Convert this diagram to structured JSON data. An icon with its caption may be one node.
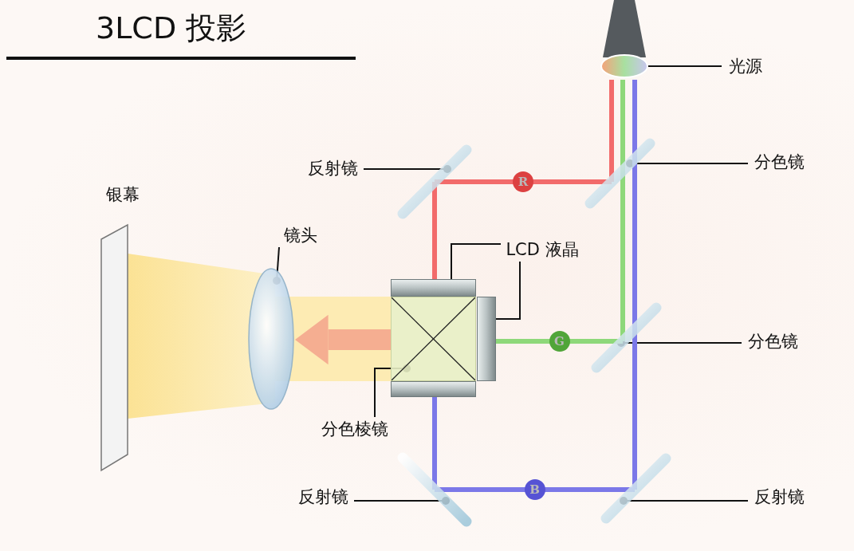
{
  "diagram": {
    "title": "3LCD 投影",
    "nodes": [
      {
        "text": [
          "光源"
        ]
      },
      {
        "text": [],
        "shape": "cone"
      },
      {
        "text": [
          "反射镜"
        ]
      },
      {
        "text": [],
        "shape": "bar"
      },
      {
        "text": [],
        "shape": "bar"
      },
      {
        "text": [
          "分色镜"
        ]
      },
      {
        "text": [
          "镜头"
        ]
      },
      {
        "text": [],
        "shape": "ellipse"
      },
      {
        "text": [
          "LCD 液晶"
        ]
      },
      {
        "text": [],
        "shape": "box"
      },
      {
        "text": [],
        "shape": "box"
      },
      {
        "text": [
          "分色镜"
        ]
      },
      {
        "text": [],
        "shape": "bar"
      },
      {
        "text": [],
        "shape": "box"
      },
      {
        "text": [],
        "shape": "box"
      },
      {
        "text": [
          "分色棱镜"
        ]
      },
      {
        "text": [
          "反射镜"
        ]
      },
      {
        "text": [],
        "shape": "bar"
      },
      {
        "text": [],
        "shape": "bar"
      },
      {
        "text": [
          "反射镜"
        ]
      }
    ],
    "edges": [
      {
        "from": 0,
        "to": 1,
        "arrow": "other"
      },
      {
        "from": 2,
        "to": 3,
        "arrow": "other"
      },
      {
        "from": 5,
        "to": 4,
        "arrow": "other"
      },
      {
        "from": 6,
        "to": 7,
        "arrow": "other"
      },
      {
        "from": 8,
        "to": 9,
        "arrow": "other"
      },
      {
        "from": 8,
        "to": 10,
        "arrow": "other"
      },
      {
        "from": 11,
        "to": 12,
        "arrow": "other"
      },
      {
        "from": 15,
        "to": 13,
        "arrow": "other"
      },
      {
        "from": 16,
        "to": 17,
        "arrow": "other"
      },
      {
        "from": 19,
        "to": 18,
        "arrow": "other"
      },
      {
        "from": 1,
        "to": 4,
        "arrow": "none",
        "color": "#f26b6b"
      },
      {
        "from": 4,
        "to": 3,
        "arrow": "none",
        "color": "#f26b6b",
        "label": "R"
      },
      {
        "from": 3,
        "to": 9,
        "arrow": "none",
        "color": "#f26b6b"
      },
      {
        "from": 1,
        "to": 4,
        "arrow": "none",
        "color": "#8ed87a"
      },
      {
        "from": 12,
        "to": 10,
        "arrow": "none",
        "color": "#8ed87a",
        "label": "G"
      },
      {
        "from": 1,
        "to": 4,
        "arrow": "none",
        "color": "#7b78e8"
      },
      {
        "from": 18,
        "to": 17,
        "arrow": "none",
        "color": "#7b78e8",
        "label": "B"
      },
      {
        "from": 17,
        "to": 14,
        "arrow": "none",
        "color": "#7b78e8"
      },
      {
        "from": 4,
        "to": 12,
        "arrow": "none",
        "color": "#8ed87a"
      },
      {
        "from": 4,
        "to": 12,
        "arrow": "none",
        "color": "#7b78e8"
      },
      {
        "from": 13,
        "to": 7,
        "arrow": "to",
        "style": "thick",
        "color": "#f4a48c"
      },
      {
        "from": 12,
        "to": 18,
        "arrow": "none",
        "color": "#7b78e8"
      }
    ],
    "labels": [
      "银幕"
    ]
  }
}
